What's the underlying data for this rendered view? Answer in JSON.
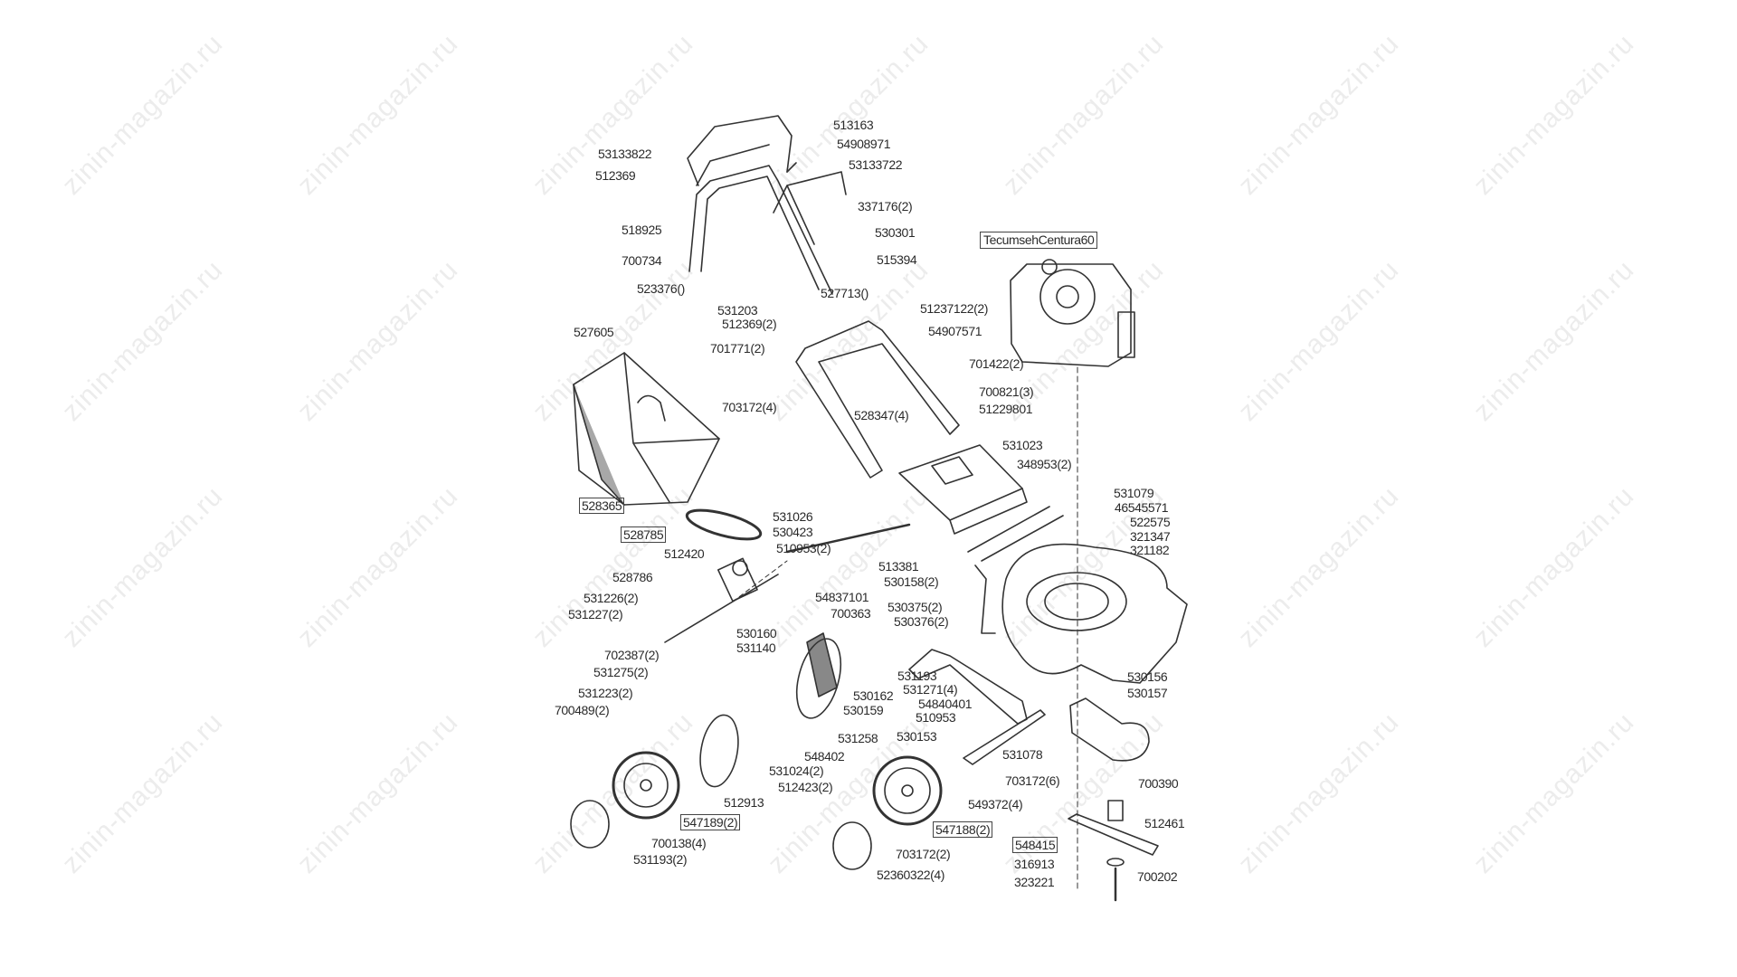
{
  "diagram": {
    "engine_label": "TecumsehCentura60",
    "watermark": "zinin-magazin.ru",
    "labels": [
      {
        "text": "53133822"
      },
      {
        "text": "512369"
      },
      {
        "text": "513163"
      },
      {
        "text": "54908971"
      },
      {
        "text": "53133722"
      },
      {
        "text": "337176(2)"
      },
      {
        "text": "518925"
      },
      {
        "text": "530301"
      },
      {
        "text": "700734"
      },
      {
        "text": "515394"
      },
      {
        "text": "523376()"
      },
      {
        "text": "527713()"
      },
      {
        "text": "531203"
      },
      {
        "text": "512369(2)"
      },
      {
        "text": "51237122(2)"
      },
      {
        "text": "54907571"
      },
      {
        "text": "527605"
      },
      {
        "text": "701771(2)"
      },
      {
        "text": "701422(2)"
      },
      {
        "text": "700821(3)"
      },
      {
        "text": "51229801"
      },
      {
        "text": "703172(4)"
      },
      {
        "text": "528347(4)"
      },
      {
        "text": "531023"
      },
      {
        "text": "348953(2)"
      },
      {
        "text": "528365",
        "boxed": true
      },
      {
        "text": "531079"
      },
      {
        "text": "46545571"
      },
      {
        "text": "522575"
      },
      {
        "text": "531026"
      },
      {
        "text": "528785",
        "boxed": true
      },
      {
        "text": "530423"
      },
      {
        "text": "321347"
      },
      {
        "text": "510953(2)"
      },
      {
        "text": "321182"
      },
      {
        "text": "512420"
      },
      {
        "text": "513381"
      },
      {
        "text": "528786"
      },
      {
        "text": "530158(2)"
      },
      {
        "text": "531226(2)"
      },
      {
        "text": "54837101"
      },
      {
        "text": "531227(2)"
      },
      {
        "text": "700363"
      },
      {
        "text": "530375(2)"
      },
      {
        "text": "530376(2)"
      },
      {
        "text": "530160"
      },
      {
        "text": "531140"
      },
      {
        "text": "702387(2)"
      },
      {
        "text": "531275(2)"
      },
      {
        "text": "531193"
      },
      {
        "text": "530156"
      },
      {
        "text": "530162"
      },
      {
        "text": "531271(4)"
      },
      {
        "text": "531223(2)"
      },
      {
        "text": "530157"
      },
      {
        "text": "54840401"
      },
      {
        "text": "530159"
      },
      {
        "text": "700489(2)"
      },
      {
        "text": "510953"
      },
      {
        "text": "530153"
      },
      {
        "text": "531258"
      },
      {
        "text": "548402"
      },
      {
        "text": "531078"
      },
      {
        "text": "531024(2)"
      },
      {
        "text": "703172(6)"
      },
      {
        "text": "700390"
      },
      {
        "text": "512423(2)"
      },
      {
        "text": "549372(4)"
      },
      {
        "text": "512913"
      },
      {
        "text": "512461"
      },
      {
        "text": "547189(2)",
        "boxed": true
      },
      {
        "text": "547188(2)",
        "boxed": true
      },
      {
        "text": "548415",
        "boxed": true
      },
      {
        "text": "700138(4)"
      },
      {
        "text": "703172(2)"
      },
      {
        "text": "316913"
      },
      {
        "text": "531193(2)"
      },
      {
        "text": "700202"
      },
      {
        "text": "323221"
      },
      {
        "text": "52360322(4)"
      }
    ]
  }
}
